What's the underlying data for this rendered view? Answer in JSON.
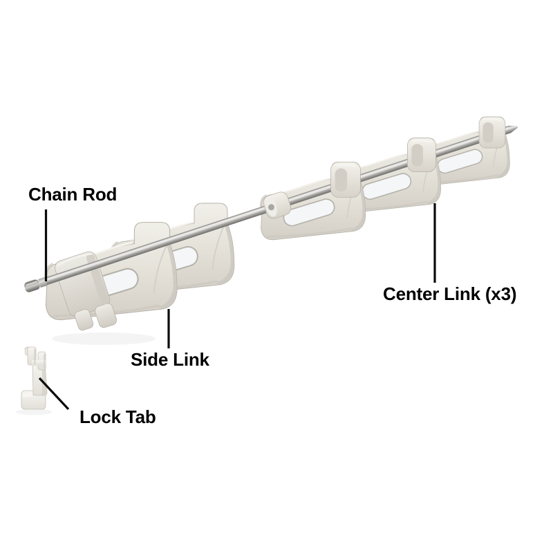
{
  "labels": {
    "chain_rod": "Chain Rod",
    "center_link": "Center Link (x3)",
    "side_link": "Side Link",
    "lock_tab": "Lock Tab"
  },
  "colors": {
    "background": "#ffffff",
    "label_text": "#000000",
    "leader_line": "#0b0b0b",
    "plastic_light": "#f1efe9",
    "plastic_base": "#e3e0d8",
    "plastic_shadow": "#c8c4bb",
    "slot_fill": "#f4f6f8",
    "rod_highlight": "#edecea",
    "rod_mid": "#a8a6a3",
    "rod_dark": "#6e6c69"
  }
}
